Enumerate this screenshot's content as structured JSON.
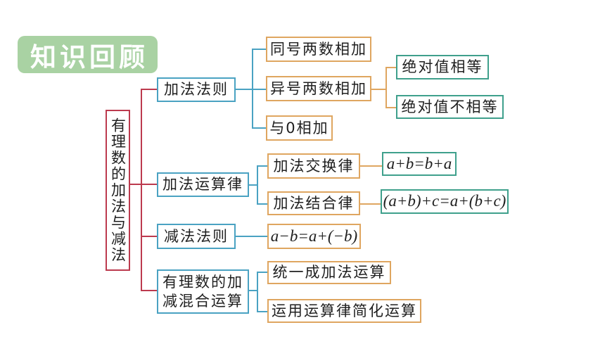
{
  "badge": {
    "label": "知识回顾"
  },
  "colors": {
    "red": "#bc3a4e",
    "blue": "#4aa2c2",
    "orange": "#dfa660",
    "green": "#3fa08c",
    "badge_bg": "#a9d2a3",
    "badge_text": "#ffffff",
    "text": "#1f1f1f",
    "bg": "#ffffff"
  },
  "tree": {
    "root": {
      "label": "有理数的加法与减法"
    },
    "branches": [
      {
        "label": "加法法则",
        "children": [
          {
            "label": "同号两数相加"
          },
          {
            "label": "异号两数相加",
            "children": [
              {
                "label": "绝对值相等"
              },
              {
                "label": "绝对值不相等"
              }
            ]
          },
          {
            "label": "与0相加"
          }
        ]
      },
      {
        "label": "加法运算律",
        "children": [
          {
            "label": "加法交换律",
            "formula": "a+b=b+a"
          },
          {
            "label": "加法结合律",
            "formula": "(a+b)+c=a+(b+c)"
          }
        ]
      },
      {
        "label": "减法法则",
        "formula": "a−b=a+(−b)"
      },
      {
        "label": "有理数的加减混合运算",
        "children": [
          {
            "label": "统一成加法运算"
          },
          {
            "label": "运用运算律简化运算"
          }
        ]
      }
    ]
  }
}
